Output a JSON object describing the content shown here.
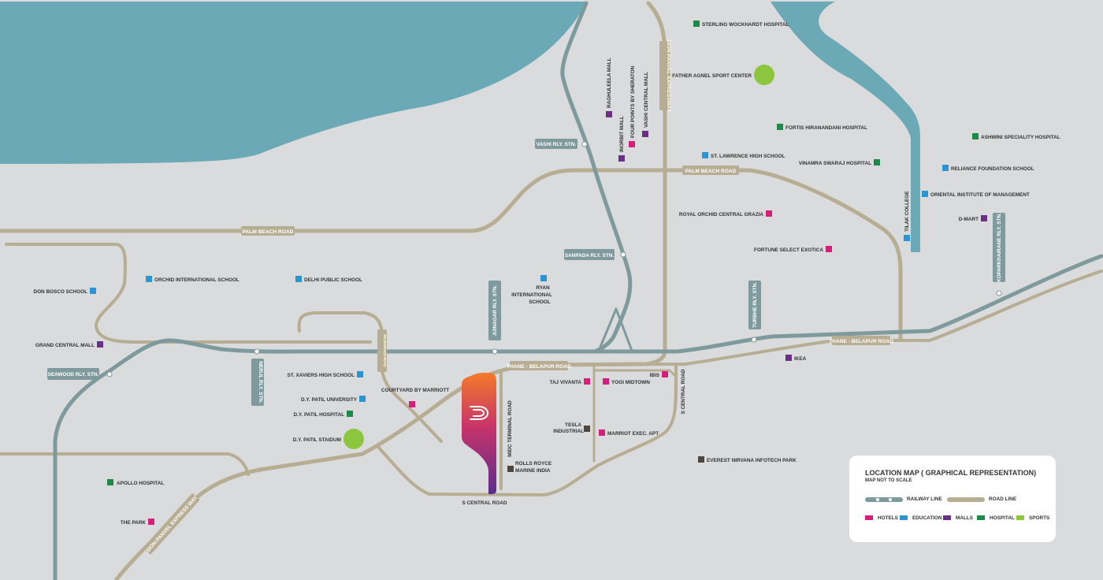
{
  "colors": {
    "land": "#d9dbdc",
    "water": "#6ba9b6",
    "road": "#b7ad92",
    "railway": "#7f9a9c",
    "hotels": "#d61f7a",
    "education": "#2b95d3",
    "malls": "#6a2f87",
    "hospital": "#1e8a4a",
    "sports": "#8cc63f",
    "industrial": "#4f4640"
  },
  "roads": {
    "palm_beach_road_west": "PALM BEACH ROAD",
    "palm_beach_road_east": "PALM BEACH ROAD",
    "thane_belapur_road_west": "THANE - BELAPUR ROAD",
    "thane_belapur_road_east": "THANE - BELAPUR ROAD",
    "sion_panvel_expressway": "SION-PANVEL EXPRESSWAY",
    "sion_panvel_express_way": "SION-PANVEL EXPRESS WAY",
    "midc_terminal_road": "MIDC TERMINAL ROAD",
    "s_central_road_south": "S CENTRAL ROAD",
    "s_central_road_east": "S CENTRAL ROAD",
    "small_road": "PALM BEACH ROAD"
  },
  "stations": {
    "vashi": "VASHI RLY. STN.",
    "sanpada": "SANPADA RLY. STN.",
    "juinagar": "JUINAGAR RLY. STN.",
    "turbhe": "TURBHE RLY. STN.",
    "nerul": "NERUL RLY. STN.",
    "seawood": "SEAWOOD RLY. STN.",
    "koparkhairane": "KOPARKHAIRANE RLY. STN."
  },
  "pois": {
    "sterling": "STERLING WOCKHARDT HOSPITAL",
    "father_agnel": "FATHER AGNEL SPORT CENTER",
    "raghuleela": "RAGHULEELA MALL",
    "four_points": "FOUR POINTS BY SHERATON",
    "vashi_central": "VASHI CENTRAL MALL",
    "inorbit": "INORBIT MALL",
    "fortis": "FORTIS HIRANANDANI HOSPITAL",
    "ashwini": "ASHWINI SPECIALITY HOSPITAL",
    "st_lawrence": "ST. LAWRENCE HIGH SCHOOL",
    "vinamra": "VINAMRA SWARAJ HOSPITAL",
    "reliance": "RELIANCE FOUNDATION SCHOOL",
    "oriental": "ORIENTAL INSTITUTE OF MANAGEMENT",
    "tilak": "TILAK COLLEGE",
    "royal_orchid": "ROYAL ORCHID CENTRAL GRAZIA",
    "dmart": "D-MART",
    "fortune": "FORTUNE SELECT EXOTICA",
    "orchid_school": "ORCHID INTERNATIONAL SCHOOL",
    "dps": "DELHI PUBLIC SCHOOL",
    "don_bosco": "DON BOSCO SCHOOL",
    "ryan_1": "RYAN",
    "ryan_2": "INTERNATIONAL",
    "ryan_3": "SCHOOL",
    "grand_central": "GRAND CENTRAL MALL",
    "ikea": "IKEA",
    "st_xaviers": "ST. XAVIERS HIGH SCHOOL",
    "courtyard": "COURTYARD BY MARRIOTT",
    "taj_vivanta": "TAJ VIVANTA",
    "yogi_midtown": "YOGI MIDTOWN",
    "ibis": "IBIS",
    "dy_patil_univ": "D.Y. PATIL UNIVERSITY",
    "dy_patil_hosp": "D.Y. PATIL HOSPITAL",
    "dy_patil_stadium": "D.Y. PATIL STAIDUM",
    "tesla_1": "TESLA",
    "tesla_2": "INDUSTRIAL",
    "marriot_exec": "MARRIOT EXEC. APT",
    "everest": "EVEREST NIRVANA INFOTECH PARK",
    "rolls_royce_1": "ROLLS ROYCE",
    "rolls_royce_2": "MARINE INDIA",
    "apollo": "APOLLO HOSPITAL",
    "the_park": "THE PARK"
  },
  "legend": {
    "title": "LOCATION MAP ( GRAPHICAL REPRESENTATION)",
    "subtitle": "MAP NOT TO SCALE",
    "railway_line": "RAILWAY LINE",
    "road_line": "ROAD LINE",
    "hotels": "HOTELS",
    "education": "EDUCATION",
    "malls": "MALLS",
    "hospital": "HOSPITAL",
    "sports": "SPORTS"
  },
  "project_logo_icon": "project-logo-icon"
}
